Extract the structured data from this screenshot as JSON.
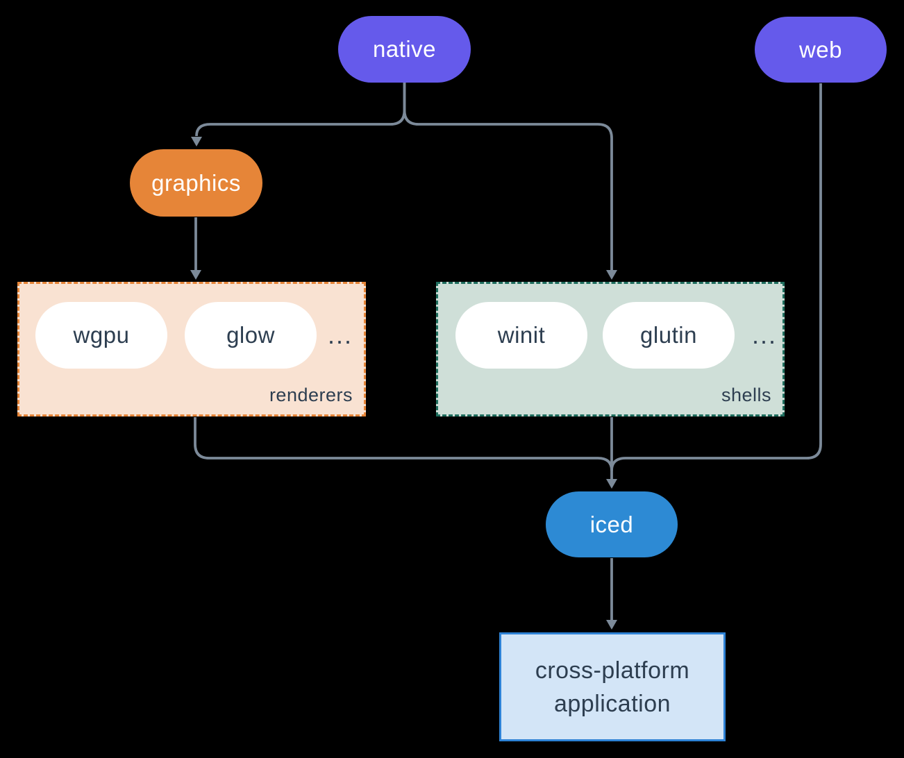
{
  "palette": {
    "background": "#000000",
    "connector": "#7c8a99",
    "purple": "#655aeb",
    "orange": "#e68538",
    "blue": "#2d8ad4",
    "pill_text_light": "#ffffff",
    "dark_text": "#2d3e50",
    "renderers_fill": "#f9e2d2",
    "renderers_border": "#e68538",
    "shells_fill": "#cfdfd8",
    "shells_border": "#1f6e5e",
    "app_fill": "#d3e5f7",
    "app_border": "#2e82d5"
  },
  "nodes": {
    "native": {
      "label": "native"
    },
    "web": {
      "label": "web"
    },
    "graphics": {
      "label": "graphics"
    },
    "iced": {
      "label": "iced"
    },
    "application": {
      "line1": "cross-platform",
      "line2": "application"
    }
  },
  "groups": {
    "renderers": {
      "label": "renderers",
      "items": [
        "wgpu",
        "glow"
      ],
      "ellipsis": "..."
    },
    "shells": {
      "label": "shells",
      "items": [
        "winit",
        "glutin"
      ],
      "ellipsis": "..."
    }
  }
}
